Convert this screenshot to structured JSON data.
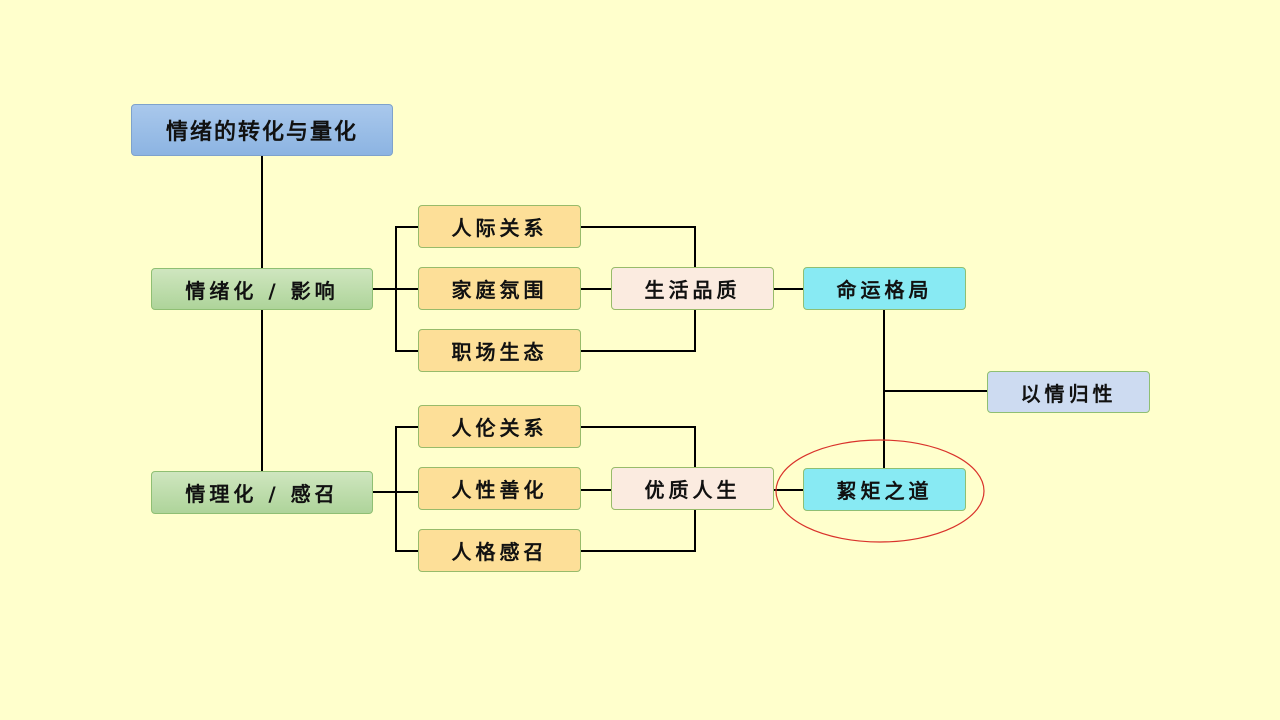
{
  "diagram": {
    "title": "情绪的转化与量化",
    "branches": [
      {
        "label": "情绪化 / 影响",
        "children": [
          "人际关系",
          "家庭氛围",
          "职场生态"
        ],
        "result": "生活品质"
      },
      {
        "label": "情理化 / 感召",
        "children": [
          "人伦关系",
          "人性善化",
          "人格感召"
        ],
        "result": "优质人生"
      }
    ],
    "outcomes": {
      "top": "命运格局",
      "bottom": "絜矩之道",
      "side": "以情归性"
    },
    "highlight": {
      "target": "絜矩之道",
      "shape": "ellipse",
      "color": "#d9322b"
    },
    "colors": {
      "background": "#ffffcc",
      "root": "#9bbfe8",
      "branch": "#bfe0ab",
      "leaf": "#fddf98",
      "result": "#fbebe0",
      "outcome": "#88eaf3",
      "side": "#cddbf1",
      "connector": "#000000"
    }
  }
}
